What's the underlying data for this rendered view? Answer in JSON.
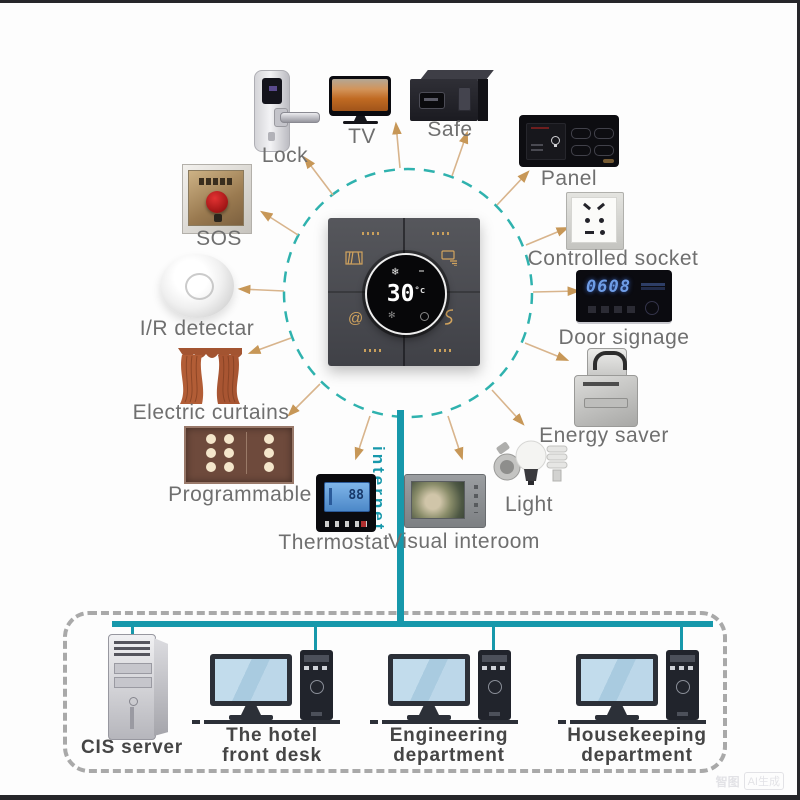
{
  "labels": {
    "lock": "Lock",
    "tv": "TV",
    "safe": "Safe",
    "panel": "Panel",
    "controlled_socket": "Controlled socket",
    "door_signage": "Door signage",
    "energy_saver": "Energy saver",
    "light": "Light",
    "visual_interoom": "Visual interoom",
    "thermostat": "Thermostat",
    "programmable": "Programmable",
    "electric_curtains": "Electric curtains",
    "ir_detectar": "I/R detectar",
    "sos": "SOS",
    "internet": "internet"
  },
  "center_device": {
    "temperature": "30",
    "unit": "°c",
    "snowflake_icon": "❄",
    "fan_icon": "✻",
    "at_icon": "@"
  },
  "displays": {
    "door_signage": "0608",
    "thermostat": "88"
  },
  "bottom_nodes": [
    {
      "line1": "CIS server",
      "line2": ""
    },
    {
      "line1": "The hotel",
      "line2": "front desk"
    },
    {
      "line1": "Engineering",
      "line2": "department"
    },
    {
      "line1": "Housekeeping",
      "line2": "department"
    }
  ],
  "watermark": {
    "logo": "智图",
    "tag": "AI生成"
  },
  "colors": {
    "network_teal": "#1798ab",
    "circle_teal": "#2fb2ae",
    "arrow_tan": "#c79757",
    "dash_gray": "#a9a9a9",
    "panel_gray": "#4a4b50",
    "accent_gold": "#d2a45e"
  }
}
